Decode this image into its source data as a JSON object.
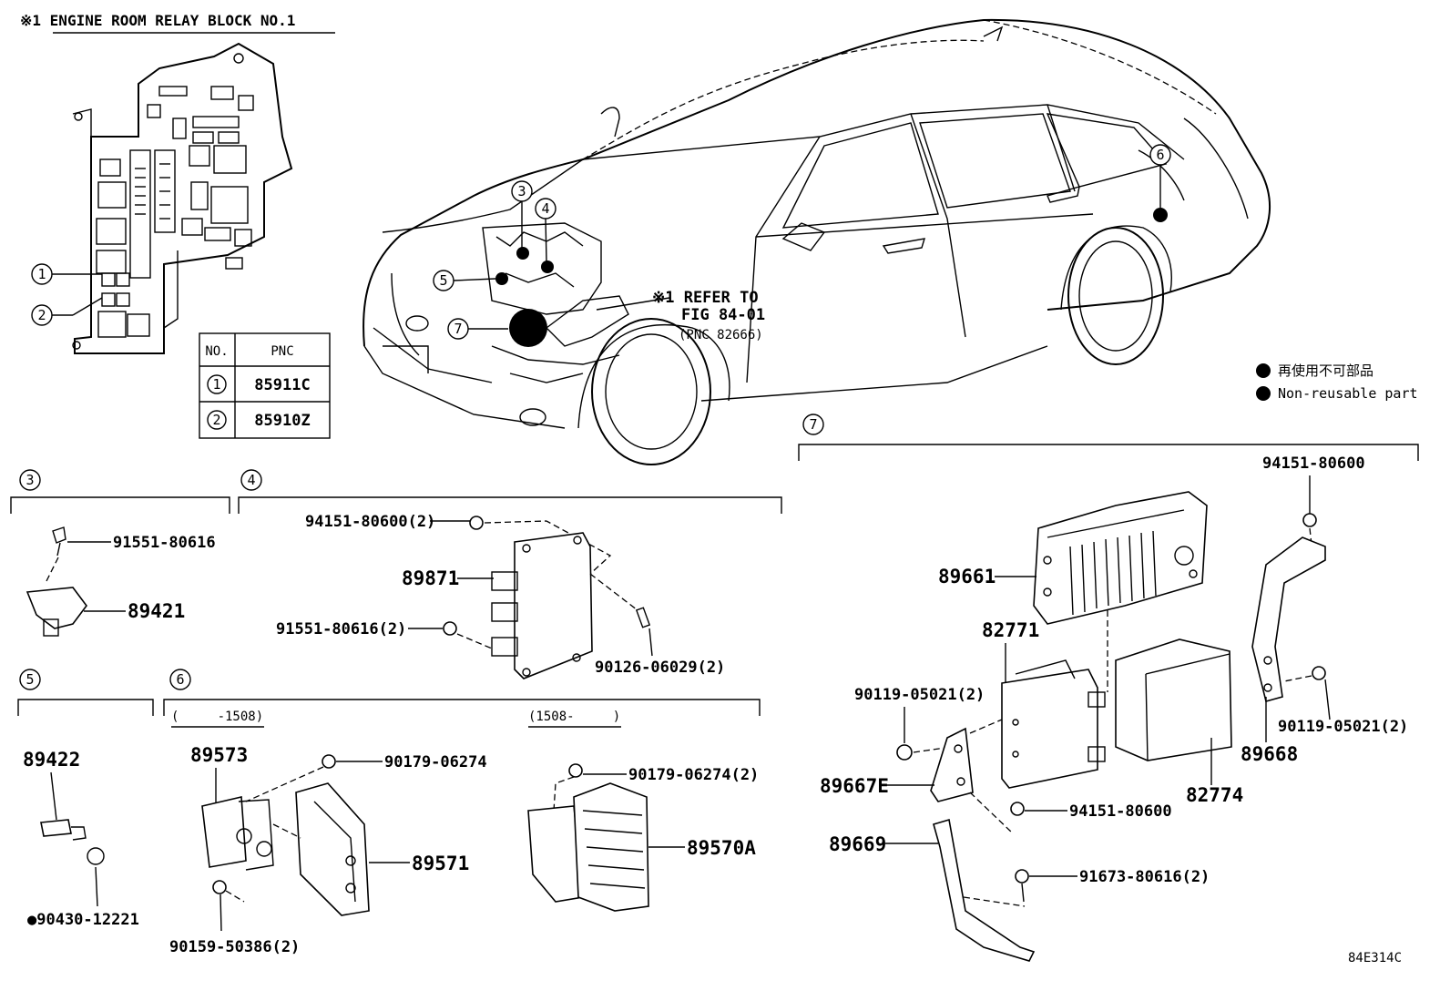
{
  "relay_block": {
    "title": "※1 ENGINE ROOM RELAY BLOCK NO.1",
    "callouts": [
      "1",
      "2"
    ],
    "table": {
      "headers": [
        "NO.",
        "PNC"
      ],
      "rows": [
        {
          "no": "1",
          "pnc": "85911C"
        },
        {
          "no": "2",
          "pnc": "85910Z"
        }
      ]
    }
  },
  "car": {
    "callouts": [
      "3",
      "4",
      "5",
      "6",
      "7"
    ],
    "refer_note": {
      "line1": "※1 REFER TO",
      "line2": "FIG 84-01",
      "line3": "(PNC 82666)"
    }
  },
  "legend": {
    "items": [
      "再使用不可部品",
      "Non-reusable part"
    ]
  },
  "section3": {
    "number": "3",
    "parts": [
      "91551-80616",
      "89421"
    ]
  },
  "section4": {
    "number": "4",
    "parts": [
      "94151-80600(2)",
      "89871",
      "91551-80616(2)",
      "90126-06029(2)"
    ]
  },
  "section5": {
    "number": "5",
    "parts": [
      "89422",
      "●90430-12221"
    ]
  },
  "section6": {
    "number": "6",
    "range_left": "(     -1508)",
    "range_right": "(1508-     )",
    "parts_left": [
      "89573",
      "90179-06274",
      "89571",
      "90159-50386(2)"
    ],
    "parts_right": [
      "90179-06274(2)",
      "89570A"
    ]
  },
  "section7": {
    "number": "7",
    "parts": [
      "94151-80600",
      "89661",
      "82771",
      "90119-05021(2)",
      "90119-05021(2)",
      "89668",
      "89667E",
      "82774",
      "94151-80600",
      "89669",
      "91673-80616(2)"
    ]
  },
  "footer": {
    "figure_code": "84E314C"
  }
}
